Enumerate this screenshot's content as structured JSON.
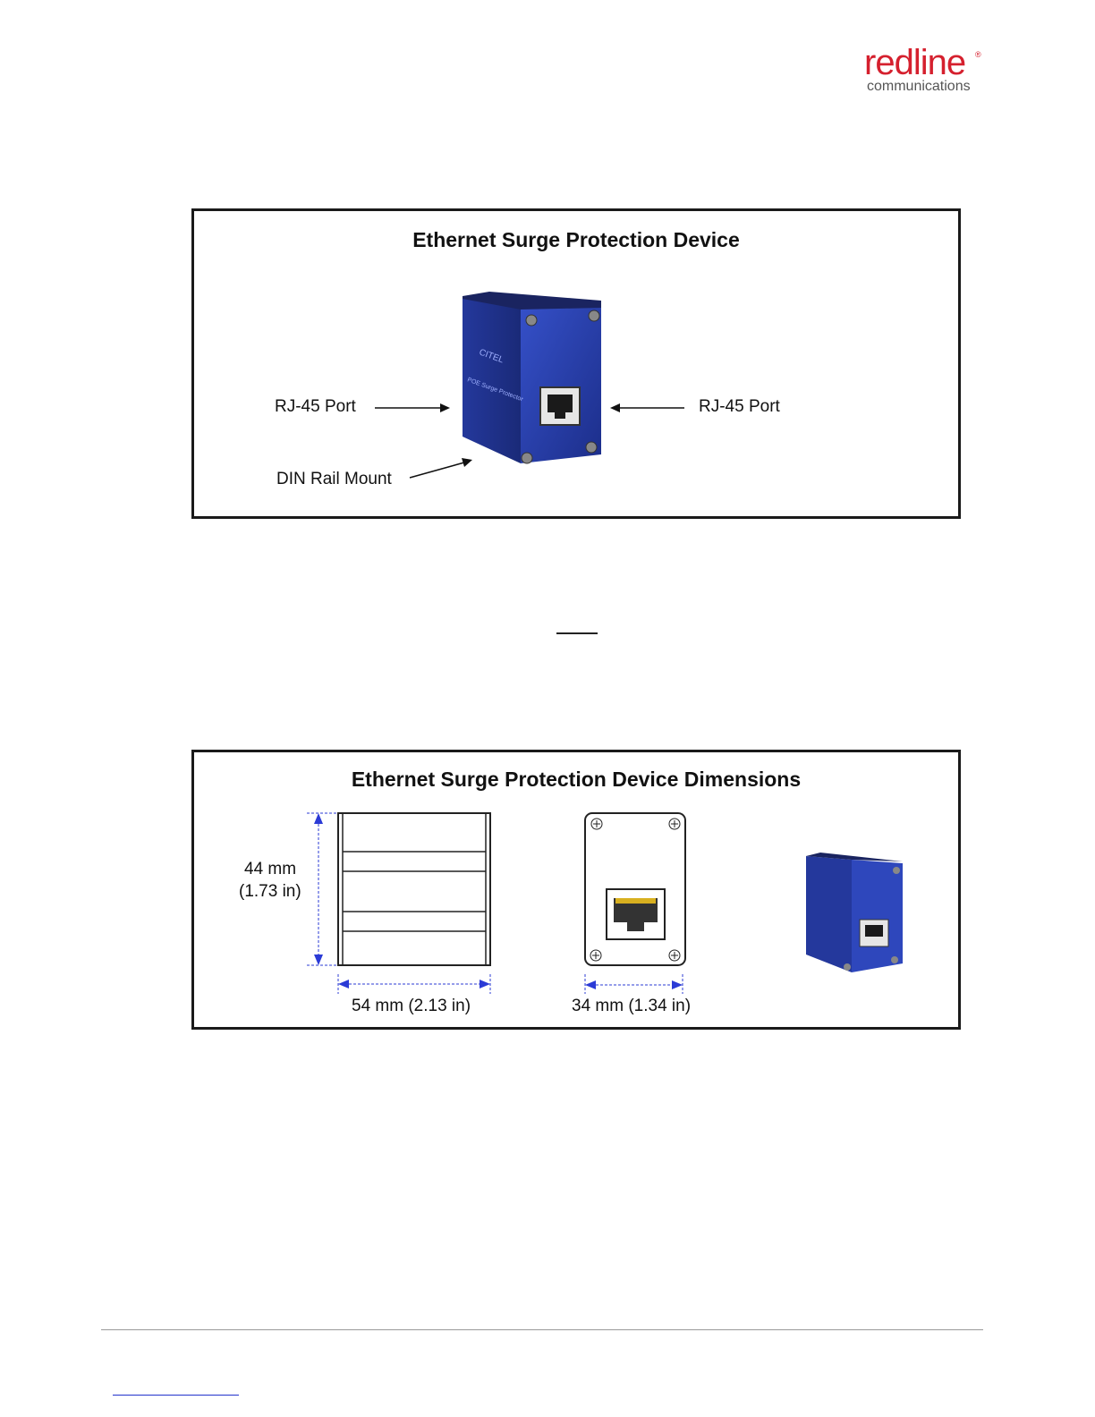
{
  "header": {
    "logo_main": "redline",
    "logo_registered": "®",
    "logo_sub": "communications",
    "brand_color": "#d5202e"
  },
  "figure1": {
    "title": "Ethernet Surge Protection Device",
    "label_left_port": "RJ-45 Port",
    "label_right_port": "RJ-45 Port",
    "label_mount": "DIN Rail Mount",
    "device_color": "#2a3fa8",
    "device_brand_text": "CITEL",
    "device_product_text": "POE Surge Protector"
  },
  "figure2": {
    "title": "Ethernet Surge Protection Device Dimensions",
    "height_metric": "44 mm",
    "height_imperial": "(1.73 in)",
    "length": "54 mm (2.13 in)",
    "width": "34 mm (1.34 in)",
    "dimension_line_color": "#2b3bd6"
  }
}
